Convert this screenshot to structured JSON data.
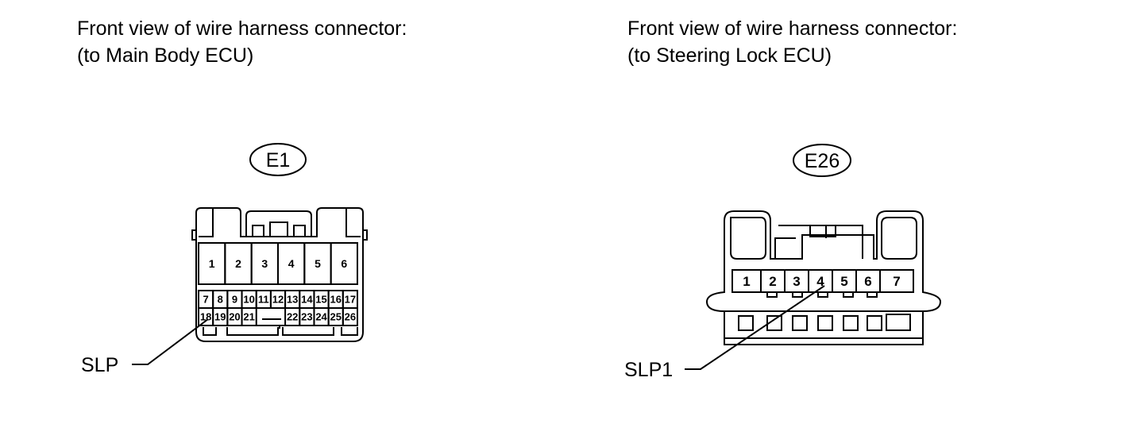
{
  "left": {
    "caption_line1": "Front view of wire harness connector:",
    "caption_line2": "(to Main Body ECU)",
    "connector_id": "E1",
    "pins_row1": [
      "1",
      "2",
      "3",
      "4",
      "5",
      "6"
    ],
    "pins_row2": [
      "7",
      "8",
      "9",
      "10",
      "11",
      "12",
      "13",
      "14",
      "15",
      "16",
      "17"
    ],
    "pins_row3_left": [
      "18",
      "19",
      "20",
      "21"
    ],
    "pins_row3_right": [
      "22",
      "23",
      "24",
      "25",
      "26"
    ],
    "callout": "SLP"
  },
  "right": {
    "caption_line1": "Front view of wire harness connector:",
    "caption_line2": "(to Steering Lock ECU)",
    "connector_id": "E26",
    "pins": [
      "1",
      "2",
      "3",
      "4",
      "5",
      "6",
      "7"
    ],
    "callout": "SLP1"
  }
}
